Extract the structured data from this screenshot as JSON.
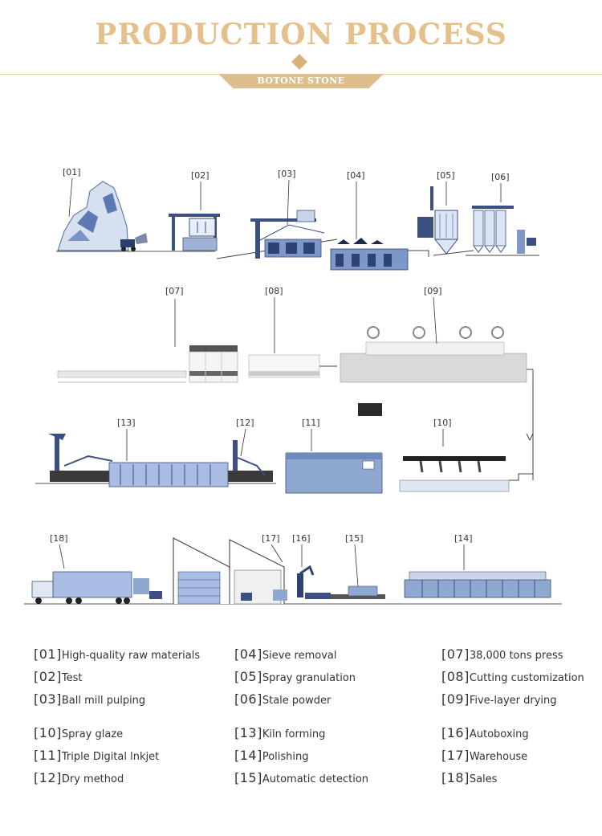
{
  "header": {
    "title": "PRODUCTION PROCESS",
    "subtitle": "BOTONE STONE"
  },
  "steps": [
    {
      "num": "[01]",
      "label": "High-quality raw materials"
    },
    {
      "num": "[02]",
      "label": "Test"
    },
    {
      "num": "[03]",
      "label": "Ball mill pulping"
    },
    {
      "num": "[04]",
      "label": "Sieve removal"
    },
    {
      "num": "[05]",
      "label": "Spray granulation"
    },
    {
      "num": "[06]",
      "label": "Stale powder"
    },
    {
      "num": "[07]",
      "label": "38,000 tons press"
    },
    {
      "num": "[08]",
      "label": "Cutting customization"
    },
    {
      "num": "[09]",
      "label": "Five-layer drying"
    },
    {
      "num": "[10]",
      "label": "Spray glaze"
    },
    {
      "num": "[11]",
      "label": "Triple Digital lnkjet"
    },
    {
      "num": "[12]",
      "label": "Dry method"
    },
    {
      "num": "[13]",
      "label": "Kiln forming"
    },
    {
      "num": "[14]",
      "label": "Polishing"
    },
    {
      "num": "[15]",
      "label": "Automatic detection"
    },
    {
      "num": "[16]",
      "label": "Autoboxing"
    },
    {
      "num": "[17]",
      "label": "Warehouse"
    },
    {
      "num": "[18]",
      "label": "Sales"
    }
  ],
  "tags": [
    "[01]",
    "[02]",
    "[03]",
    "[04]",
    "[05]",
    "[06]",
    "[07]",
    "[08]",
    "[09]",
    "[10]",
    "[11]",
    "[12]",
    "[13]",
    "[14]",
    "[15]",
    "[16]",
    "[17]",
    "[18]"
  ]
}
